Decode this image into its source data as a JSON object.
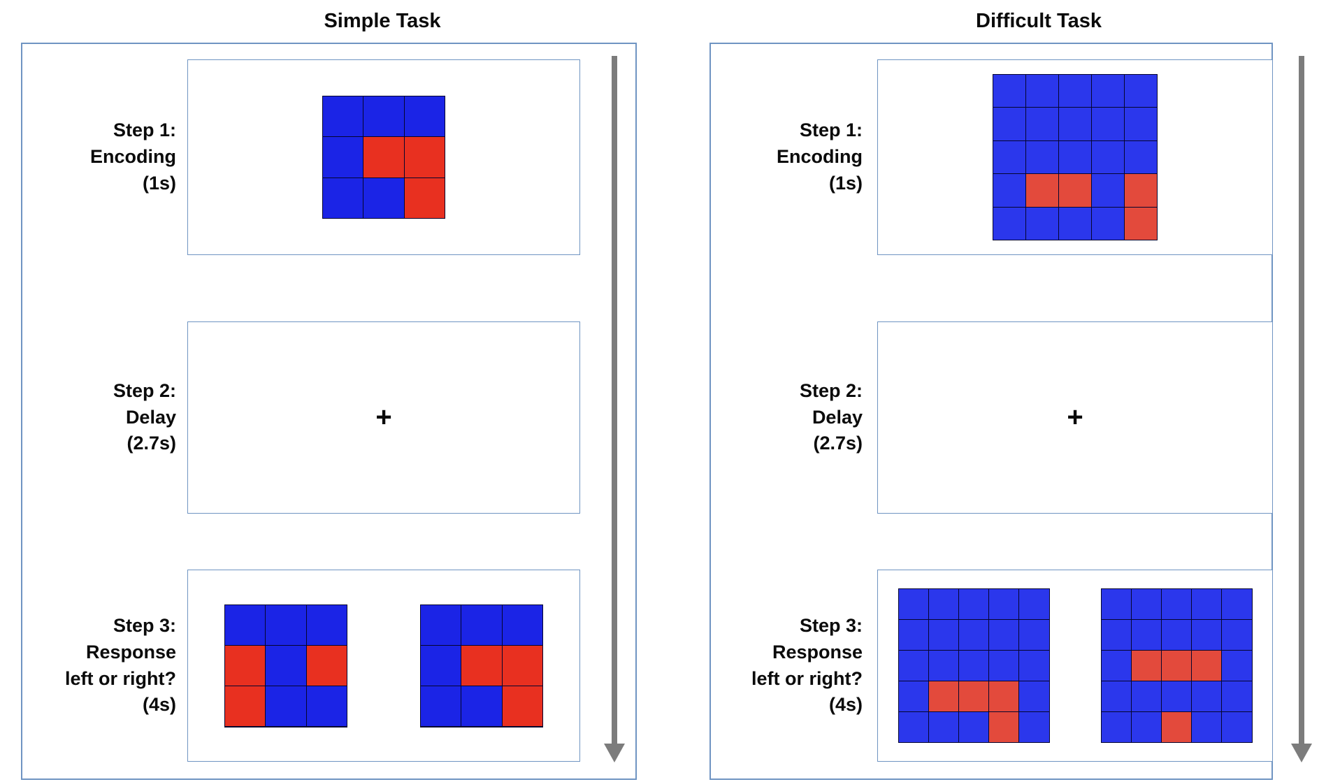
{
  "figure": {
    "colors": {
      "panel_border": "#6f94c2",
      "screen_border": "#6f94c2",
      "grid_line": "#05052e",
      "arrow": "#7c7c7c"
    }
  },
  "tasks": [
    {
      "title": "Simple Task",
      "cell_colors": {
        "B": "#1b24e6",
        "R": "#e83020"
      },
      "steps": [
        {
          "label": "Step 1:\nEncoding\n(1s)",
          "type": "encoding",
          "grids": [
            [
              "BBB",
              "BRR",
              "BBR"
            ]
          ]
        },
        {
          "label": "Step 2:\nDelay\n(2.7s)",
          "type": "delay",
          "fixation": "+"
        },
        {
          "label": "Step 3:\nResponse\nleft or right?\n(4s)",
          "type": "response",
          "grids": [
            [
              "BBB",
              "RBR",
              "RBB"
            ],
            [
              "BBB",
              "BRR",
              "BBR"
            ]
          ]
        }
      ]
    },
    {
      "title": "Difficult Task",
      "cell_colors": {
        "B": "#2b37ec",
        "R": "#e34a3c"
      },
      "steps": [
        {
          "label": "Step 1:\nEncoding\n(1s)",
          "type": "encoding",
          "grids": [
            [
              "BBBBB",
              "BBBBB",
              "BBBBB",
              "BRRBR",
              "BBBBR"
            ]
          ]
        },
        {
          "label": "Step 2:\nDelay\n(2.7s)",
          "type": "delay",
          "fixation": "+"
        },
        {
          "label": "Step 3:\nResponse\nleft or right?\n(4s)",
          "type": "response",
          "grids": [
            [
              "BBBBB",
              "BBBBB",
              "BBBBB",
              "BRRRB",
              "BBBRB"
            ],
            [
              "BBBBB",
              "BBBBB",
              "BRRRB",
              "BBBBB",
              "BBRBB"
            ]
          ]
        }
      ]
    }
  ]
}
